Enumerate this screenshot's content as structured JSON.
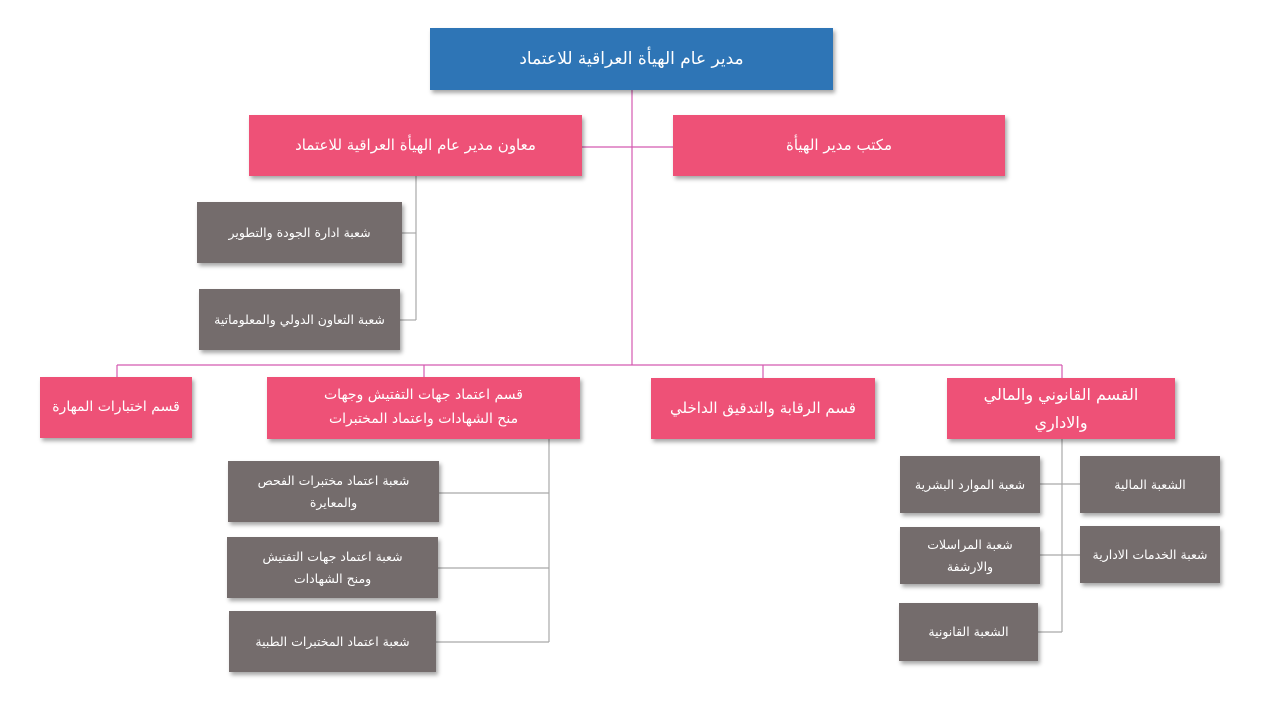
{
  "colors": {
    "top": "#2e75b6",
    "department": "#ee5177",
    "branch": "#746c6c",
    "connector_main": "#d45ab0",
    "connector_sub": "#a9a9a9"
  },
  "top": {
    "label": "مدير عام الهيأة العراقية للاعتماد"
  },
  "level1": {
    "office": "مكتب مدير الهيأة",
    "deputy": "معاون مدير عام الهيأة العراقية للاعتماد"
  },
  "deputy_branches": {
    "quality": "شعبة ادارة الجودة والتطوير",
    "cooperation": "شعبة التعاون الدولي والمعلوماتية"
  },
  "departments": {
    "legal": "القسم القانوني والمالي والاداري",
    "audit": "قسم الرقابة والتدقيق الداخلي",
    "accreditation_line1": "قسم اعتماد جهات التفتيش وجهات",
    "accreditation_line2": "منح الشهادات واعتماد المختبرات",
    "skills": "قسم اختبارات المهارة"
  },
  "legal_branches": {
    "financial": "الشعبة المالية",
    "hr": "شعبة الموارد البشرية",
    "admin_services": "شعبة الخدمات الادارية",
    "correspondence": "شعبة المراسلات والارشفة",
    "legal": "الشعبة القانونية"
  },
  "accreditation_branches": {
    "calibration": "شعبة اعتماد مختبرات الفحص والمعايرة",
    "inspection_line1": "شعبة اعتماد جهات التفتيش",
    "inspection_line2": "ومنح الشهادات",
    "medical": "شعبة اعتماد المختبرات الطبية"
  }
}
